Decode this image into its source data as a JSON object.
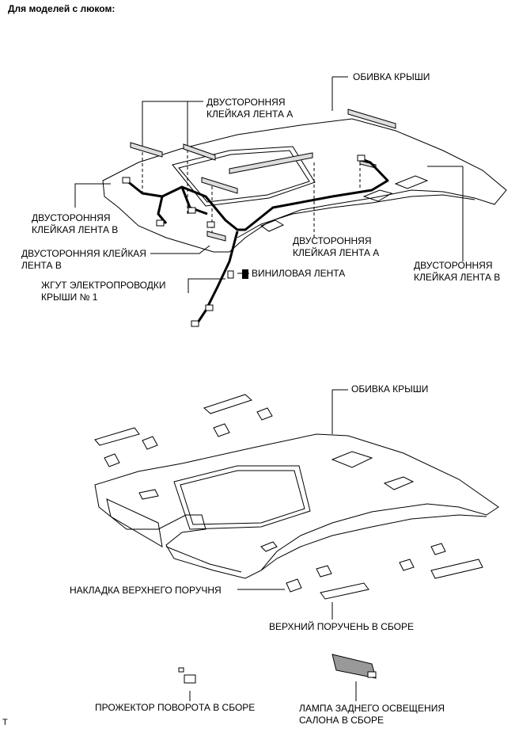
{
  "heading": "Для моделей с люком:",
  "diagram1": {
    "labels": [
      {
        "id": "roof-trim-1",
        "lines": [
          "ОБИВКА КРЫШИ"
        ]
      },
      {
        "id": "tape-a-top",
        "lines": [
          "ДВУСТОРОННЯЯ",
          "КЛЕЙКАЯ ЛЕНТА А"
        ]
      },
      {
        "id": "tape-b-left",
        "lines": [
          "ДВУСТОРОННЯЯ",
          "КЛЕЙКАЯ ЛЕНТА В"
        ]
      },
      {
        "id": "tape-b-left2",
        "lines": [
          "ДВУСТОРОННЯЯ КЛЕЙКАЯ",
          "ЛЕНТА В"
        ]
      },
      {
        "id": "tape-a-mid",
        "lines": [
          "ДВУСТОРОННЯЯ",
          "КЛЕЙКАЯ ЛЕНТА А"
        ]
      },
      {
        "id": "tape-b-right",
        "lines": [
          "ДВУСТОРОННЯЯ",
          "КЛЕЙКАЯ ЛЕНТА В"
        ]
      },
      {
        "id": "vinyl-tape",
        "lines": [
          "ВИНИЛОВАЯ ЛЕНТА"
        ]
      },
      {
        "id": "harness",
        "lines": [
          "ЖГУТ ЭЛЕКТРОПРОВОДКИ",
          "КРЫШИ № 1"
        ]
      }
    ]
  },
  "diagram2": {
    "labels": [
      {
        "id": "roof-trim-2",
        "lines": [
          "ОБИВКА КРЫШИ"
        ]
      },
      {
        "id": "grip-cover",
        "lines": [
          "НАКЛАДКА ВЕРХНЕГО ПОРУЧНЯ"
        ]
      },
      {
        "id": "grip-assy",
        "lines": [
          "ВЕРХНИЙ ПОРУЧЕНЬ В СБОРЕ"
        ]
      },
      {
        "id": "spot-lamp",
        "lines": [
          "ПРОЖЕКТОР ПОВОРОТА В СБОРЕ"
        ]
      },
      {
        "id": "room-lamp",
        "lines": [
          "ЛАМПА ЗАДНЕГО ОСВЕЩЕНИЯ",
          "САЛОНА В СБОРЕ"
        ]
      }
    ]
  },
  "corner_mark": "T"
}
